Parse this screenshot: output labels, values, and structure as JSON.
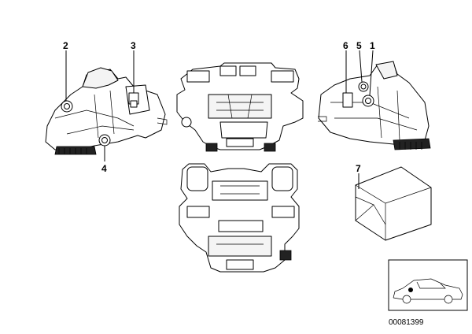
{
  "callouts": {
    "c1": "1",
    "c2": "2",
    "c3": "3",
    "c4": "4",
    "c5": "5",
    "c6": "6",
    "c7": "7"
  },
  "document_number": "00081399",
  "colors": {
    "line": "#000000",
    "background": "#ffffff",
    "shade": "#222222"
  }
}
